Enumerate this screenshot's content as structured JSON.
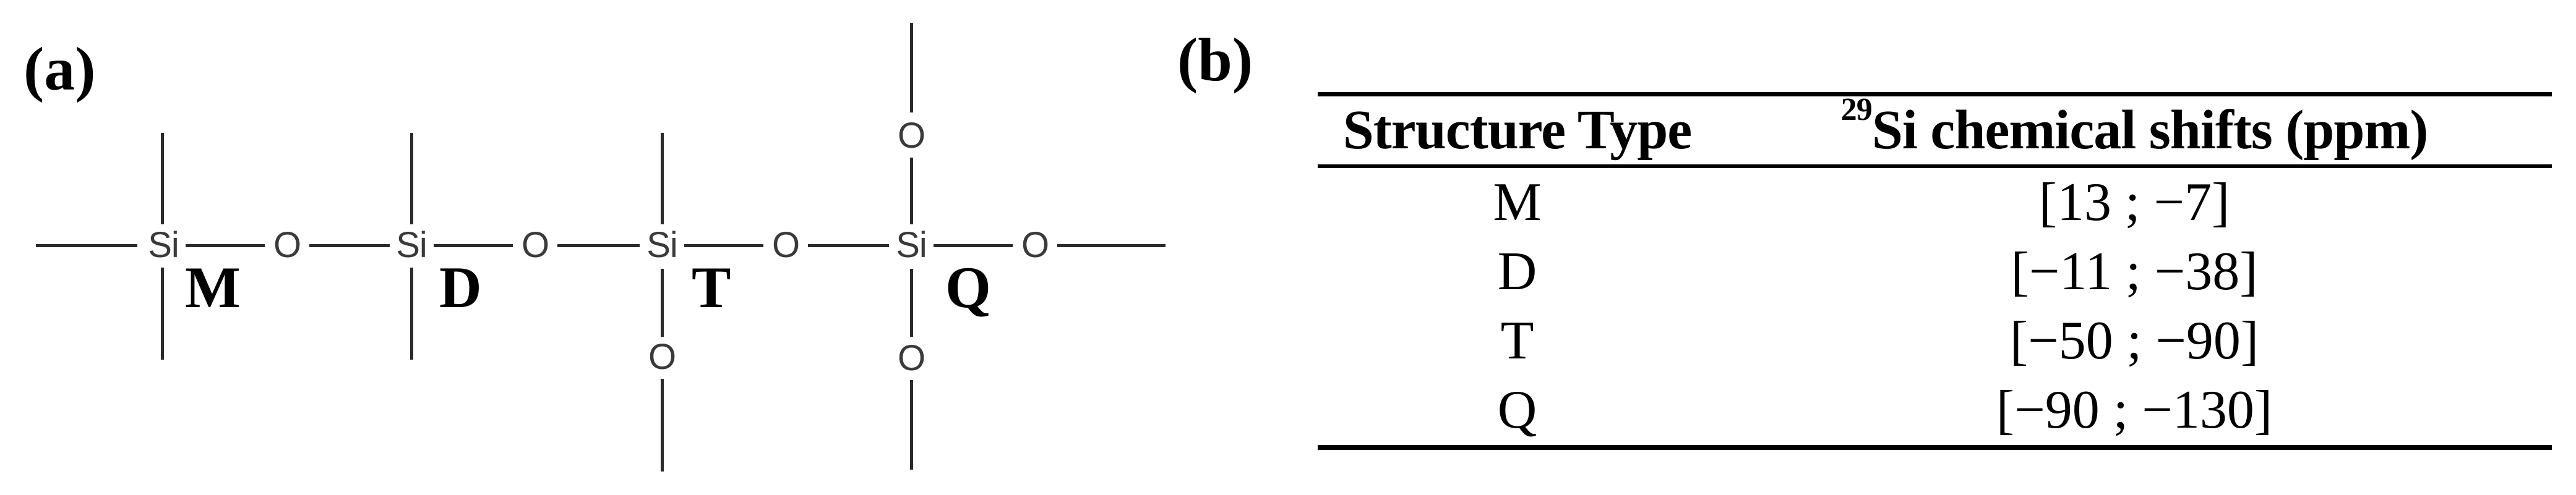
{
  "panel_a": {
    "label": "(a)",
    "symbols": {
      "si": "Si",
      "o": "O"
    },
    "units": [
      {
        "label": "M"
      },
      {
        "label": "D"
      },
      {
        "label": "T"
      },
      {
        "label": "Q"
      }
    ]
  },
  "panel_b": {
    "label": "(b)",
    "table": {
      "headers": {
        "structure_type": "Structure Type",
        "shifts_sup": "29",
        "shifts_text": "Si chemical shifts (ppm)"
      },
      "rows": [
        {
          "type": "M",
          "shift": "[13 ; −7]"
        },
        {
          "type": "D",
          "shift": "[−11 ; −38]"
        },
        {
          "type": "T",
          "shift": "[−50 ; −90]"
        },
        {
          "type": "Q",
          "shift": "[−90 ; −130]"
        }
      ]
    }
  }
}
